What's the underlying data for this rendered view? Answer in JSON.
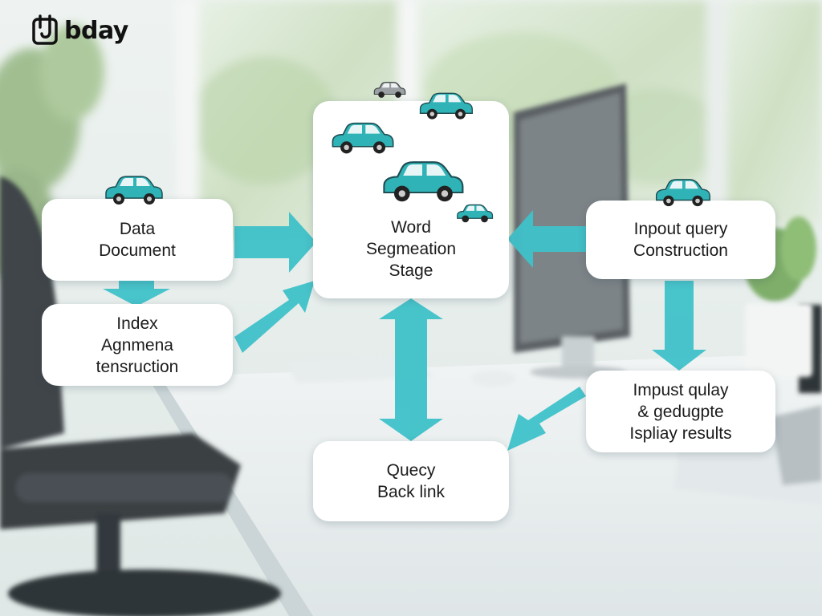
{
  "logo": {
    "text": "bday"
  },
  "nodes": {
    "data_document": "Data\nDocument",
    "index": "Index\nAgnmena\ntensruction",
    "word_segmentation": "Word\nSegmeation\nStage",
    "input_query": "Inpout query\nConstruction",
    "imput_display": "Impust qulay\n& gedugpte\nIspliay results",
    "query_back": "Quecy\nBack link"
  },
  "colors": {
    "arrow": "#3fc1c9",
    "car_body": "#2fb3b6",
    "car_grey": "#9aa0a3",
    "box": "#ffffff",
    "text": "#1b1b1b"
  }
}
